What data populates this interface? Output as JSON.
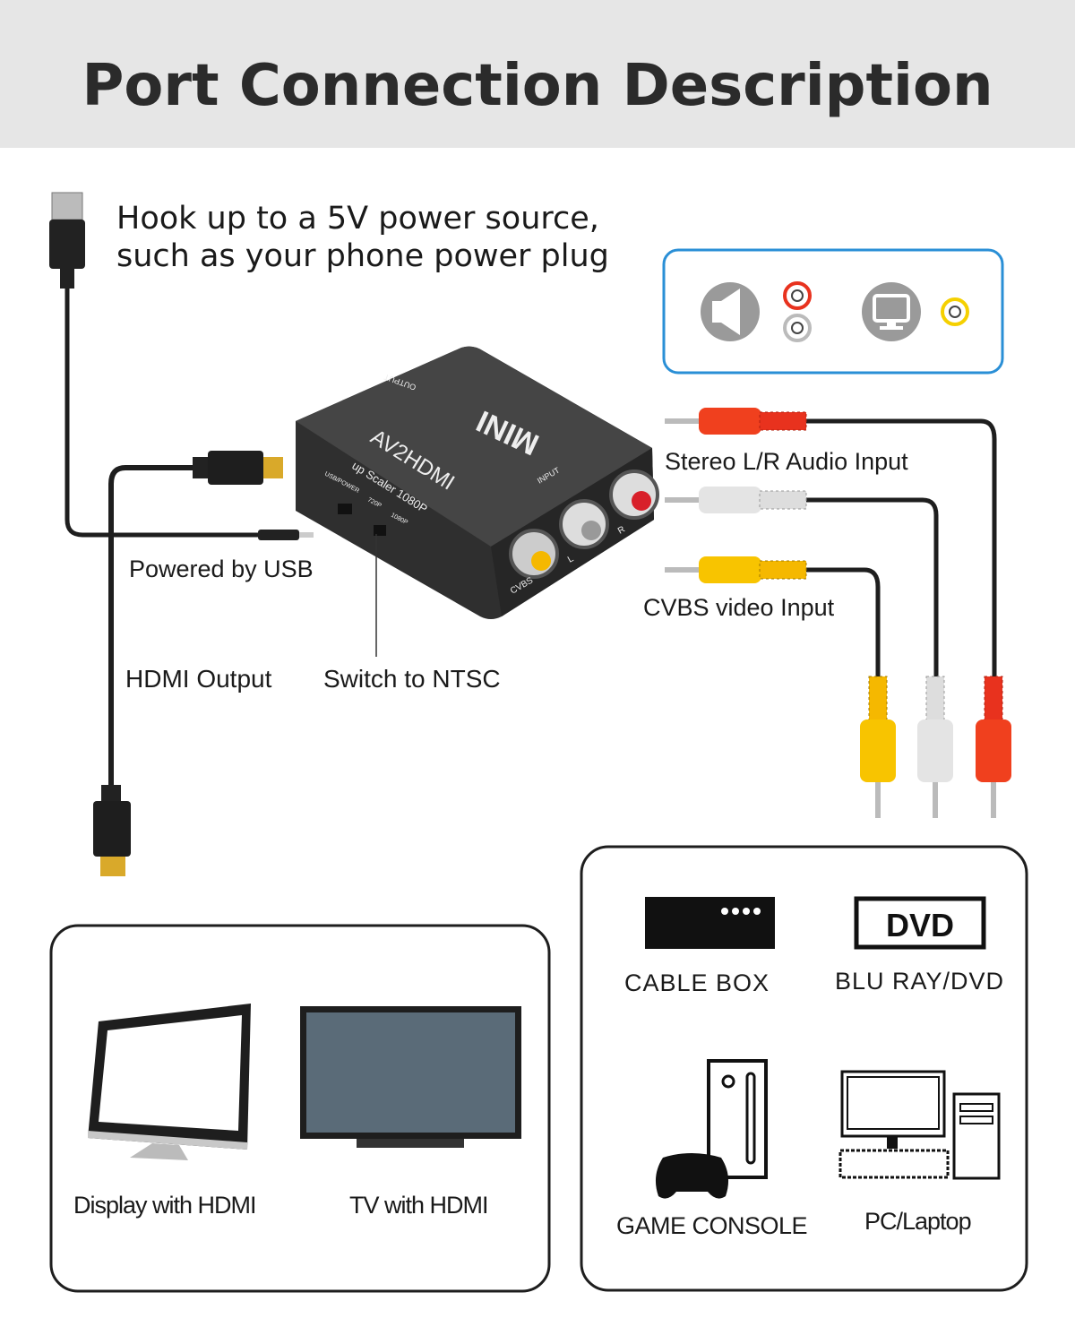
{
  "header": {
    "title": "Port Connection Description"
  },
  "power_note": {
    "line1": "Hook up to a 5V power source,",
    "line2": "such as your phone power plug"
  },
  "labels": {
    "audio_input": "Stereo L/R Audio Input",
    "video_input": "CVBS video Input",
    "powered_by_usb": "Powered by USB",
    "hdmi_output": "HDMI Output",
    "switch_ntsc": "Switch to NTSC"
  },
  "device": {
    "logo": "MINI",
    "model": "AV2HDMI",
    "subtitle": "up Scaler 1080P",
    "output": "OUTPUT",
    "input": "INPUT",
    "usb_power": "USB/POWER",
    "res_720": "720P",
    "res_1080": "1080P",
    "cvbs": "CVBS",
    "left": "L",
    "right": "R"
  },
  "outputs": {
    "items": [
      {
        "label": "Display with HDMI",
        "icon": "monitor-icon"
      },
      {
        "label": "TV with HDMI",
        "icon": "tv-icon"
      }
    ]
  },
  "sources": {
    "items": [
      {
        "label": "CABLE BOX",
        "icon": "cable-box-icon"
      },
      {
        "label": "BLU RAY/DVD",
        "icon": "dvd-icon",
        "icon_text": "DVD"
      },
      {
        "label": "GAME CONSOLE",
        "icon": "game-console-icon"
      },
      {
        "label": "PC/Laptop",
        "icon": "pc-icon"
      }
    ]
  },
  "colors": {
    "header_bg": "#e6e6e6",
    "legend_border": "#2a8fd6",
    "rca_red": "#e8321e",
    "rca_white": "#d9d9d9",
    "rca_yellow": "#f5b800",
    "device": "#3b3b3b"
  }
}
